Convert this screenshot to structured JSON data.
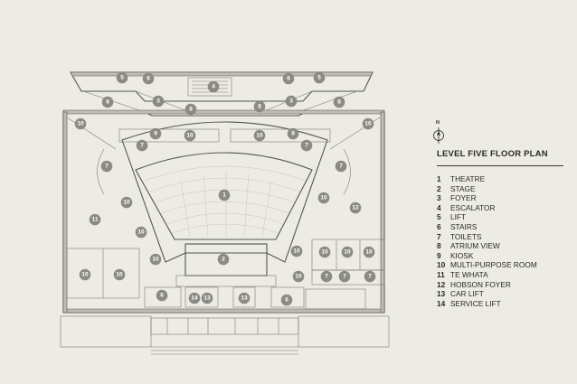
{
  "legend": {
    "title": "LEVEL FIVE FLOOR PLAN",
    "items": [
      {
        "num": "1",
        "label": "THEATRE"
      },
      {
        "num": "2",
        "label": "STAGE"
      },
      {
        "num": "3",
        "label": "FOYER"
      },
      {
        "num": "4",
        "label": "ESCALATOR"
      },
      {
        "num": "5",
        "label": "LIFT"
      },
      {
        "num": "6",
        "label": "STAIRS"
      },
      {
        "num": "7",
        "label": "TOILETS"
      },
      {
        "num": "8",
        "label": "ATRIUM VIEW"
      },
      {
        "num": "9",
        "label": "KIOSK"
      },
      {
        "num": "10",
        "label": "MULTI-PURPOSE ROOM"
      },
      {
        "num": "11",
        "label": "TE WHATA"
      },
      {
        "num": "12",
        "label": "HOBSON FOYER"
      },
      {
        "num": "13",
        "label": "CAR LIFT"
      },
      {
        "num": "14",
        "label": "SERVICE LIFT"
      }
    ]
  },
  "compass": {
    "label": "N"
  },
  "plan_markers": [
    "5",
    "6",
    "4",
    "6",
    "5",
    "8",
    "3",
    "8",
    "8",
    "3",
    "8",
    "10",
    "9",
    "10",
    "10",
    "9",
    "10",
    "7",
    "7",
    "7",
    "7",
    "10",
    "1",
    "10",
    "10",
    "12",
    "11",
    "10",
    "10",
    "10",
    "10",
    "10",
    "2",
    "10",
    "10",
    "10",
    "7",
    "7",
    "7",
    "6",
    "14",
    "13",
    "13",
    "6"
  ]
}
